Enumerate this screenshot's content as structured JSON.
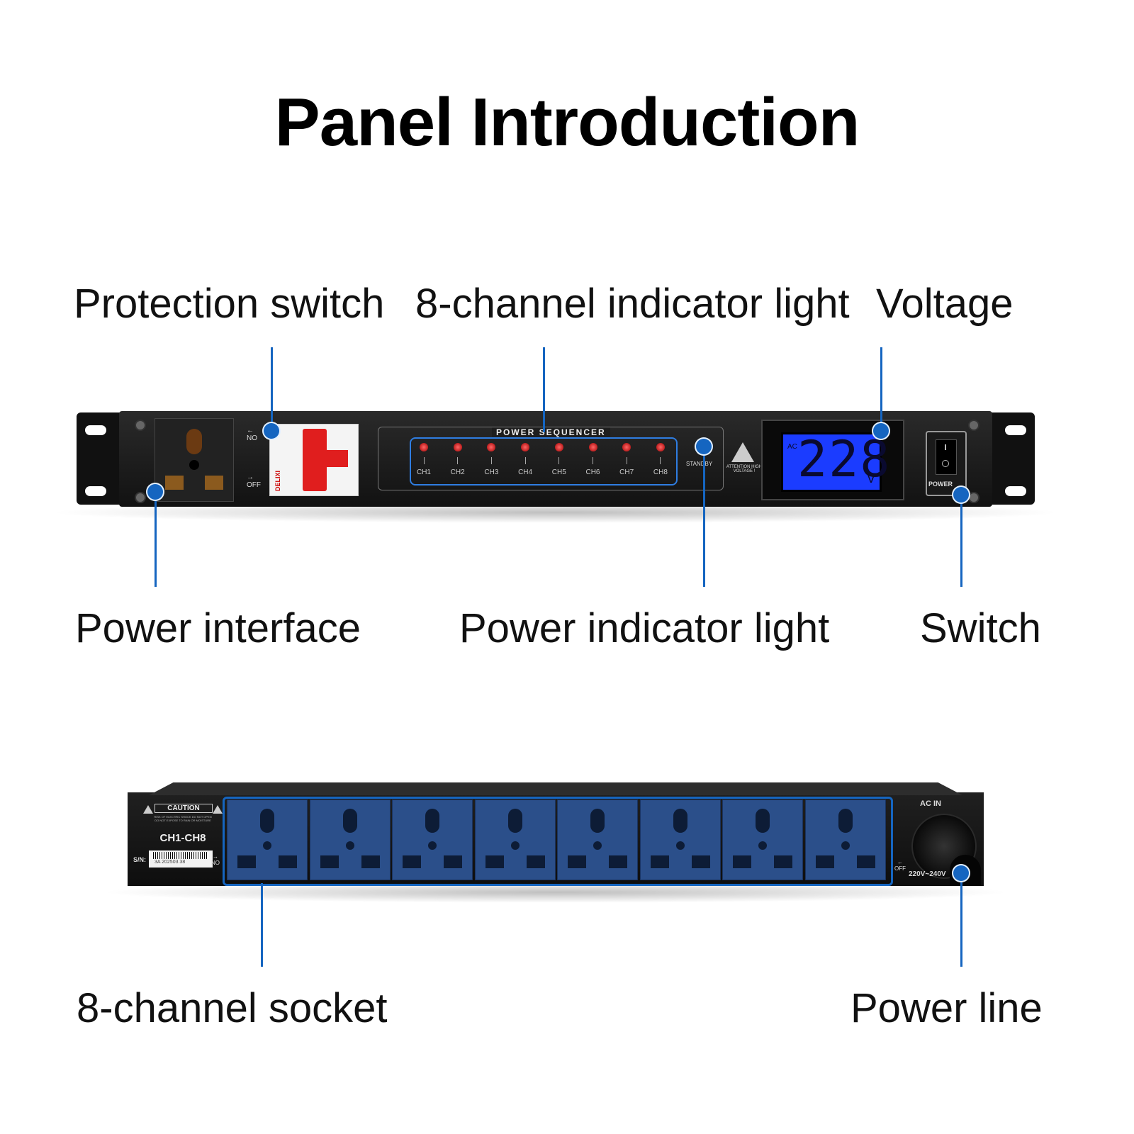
{
  "title": "Panel Introduction",
  "callouts": {
    "protection_switch": "Protection switch",
    "indicator_light": "8-channel indicator light",
    "voltage": "Voltage",
    "power_interface": "Power interface",
    "power_indicator": "Power indicator light",
    "switch": "Switch",
    "socket": "8-channel socket",
    "power_line": "Power line"
  },
  "front": {
    "panel_name": "POWER SEQUENCER",
    "no": "NO",
    "off": "OFF",
    "breaker_brand": "DELIXI",
    "channels": [
      "CH1",
      "CH2",
      "CH3",
      "CH4",
      "CH5",
      "CH6",
      "CH7",
      "CH8"
    ],
    "standby": "STANDBY",
    "attention": "ATTENTION HIGH VOLTAGE !",
    "lcd_ac": "AC",
    "lcd_value": "228",
    "lcd_unit": "V",
    "power": "POWER",
    "colors": {
      "led": "#d40000",
      "standby_led": "#22dd22",
      "lcd": "#1b3cff",
      "accent": "#1565c0"
    }
  },
  "rear": {
    "caution": "CAUTION",
    "caution_text": "RISK OF ELECTRIC SHOCK DO NOT OPEN DO NOT EXPOSE TO RAIN OR MOISTURE",
    "model": "CH1-CH8",
    "sn_label": "S/N:",
    "sn_value": "3A 202503 38",
    "no": "NO",
    "off": "OFF",
    "ac_in": "AC IN",
    "voltage": "220V~240V"
  }
}
